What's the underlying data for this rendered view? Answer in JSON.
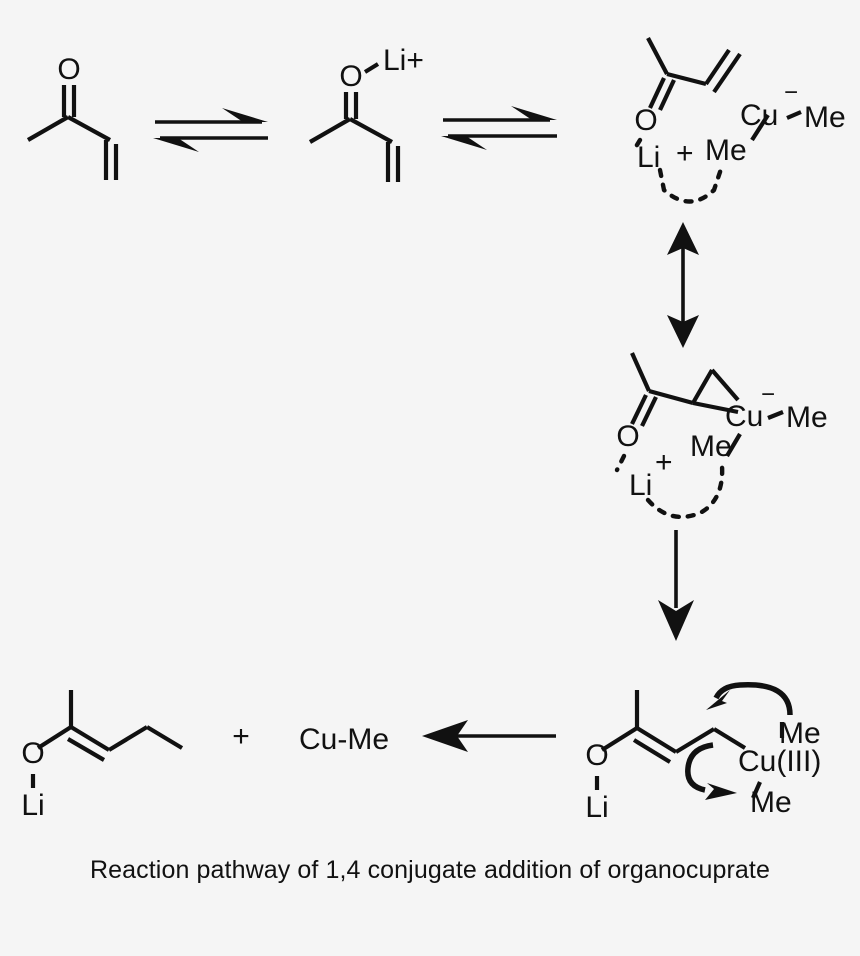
{
  "figure": {
    "title": "Reaction pathway of 1,4 conjugate addition of organocuprate",
    "background_color": "#f5f5f5",
    "ink_color": "#111111"
  },
  "steps": {
    "step1": {
      "name": "methyl-vinyl-ketone",
      "labels": {
        "oxygen": "O"
      }
    },
    "arrow1": {
      "type": "equilibrium-arrow",
      "direction": "horizontal"
    },
    "step2": {
      "name": "lithium-enolate",
      "labels": {
        "oxygen": "O",
        "lithium": "Li+"
      }
    },
    "arrow2": {
      "type": "equilibrium-arrow",
      "direction": "horizontal"
    },
    "step3": {
      "name": "pi-complex",
      "labels": {
        "oxygen": "O",
        "lithium": "Li",
        "lithium_charge": "+",
        "copper": "Cu",
        "copper_charge": "−",
        "methyl_a": "Me",
        "methyl_b": "Me"
      }
    },
    "arrow3": {
      "type": "double-headed-arrow",
      "direction": "vertical"
    },
    "step4": {
      "name": "cu-iii-metallacyclopropane",
      "labels": {
        "oxygen": "O",
        "lithium": "Li",
        "lithium_charge": "+",
        "copper": "Cu",
        "copper_charge": "−",
        "methyl_a": "Me",
        "methyl_b": "Me"
      }
    },
    "arrow4": {
      "type": "single-arrow",
      "direction": "down"
    },
    "step5": {
      "name": "cu-iii-enolate-adduct",
      "labels": {
        "oxygen": "O",
        "lithium": "Li",
        "copper": "Cu(III)",
        "methyl_top": "Me",
        "methyl_bottom": "Me"
      },
      "curved_arrows": [
        {
          "name": "reductive-elimination-arrow-top"
        },
        {
          "name": "reductive-elimination-arrow-bottom"
        }
      ]
    },
    "arrow5": {
      "type": "single-arrow",
      "direction": "left"
    },
    "step6": {
      "name": "lithium-enolate-product",
      "labels": {
        "oxygen": "O",
        "lithium": "Li"
      }
    },
    "plus": {
      "symbol": "+"
    },
    "byproduct": {
      "label": "Cu-Me"
    }
  }
}
